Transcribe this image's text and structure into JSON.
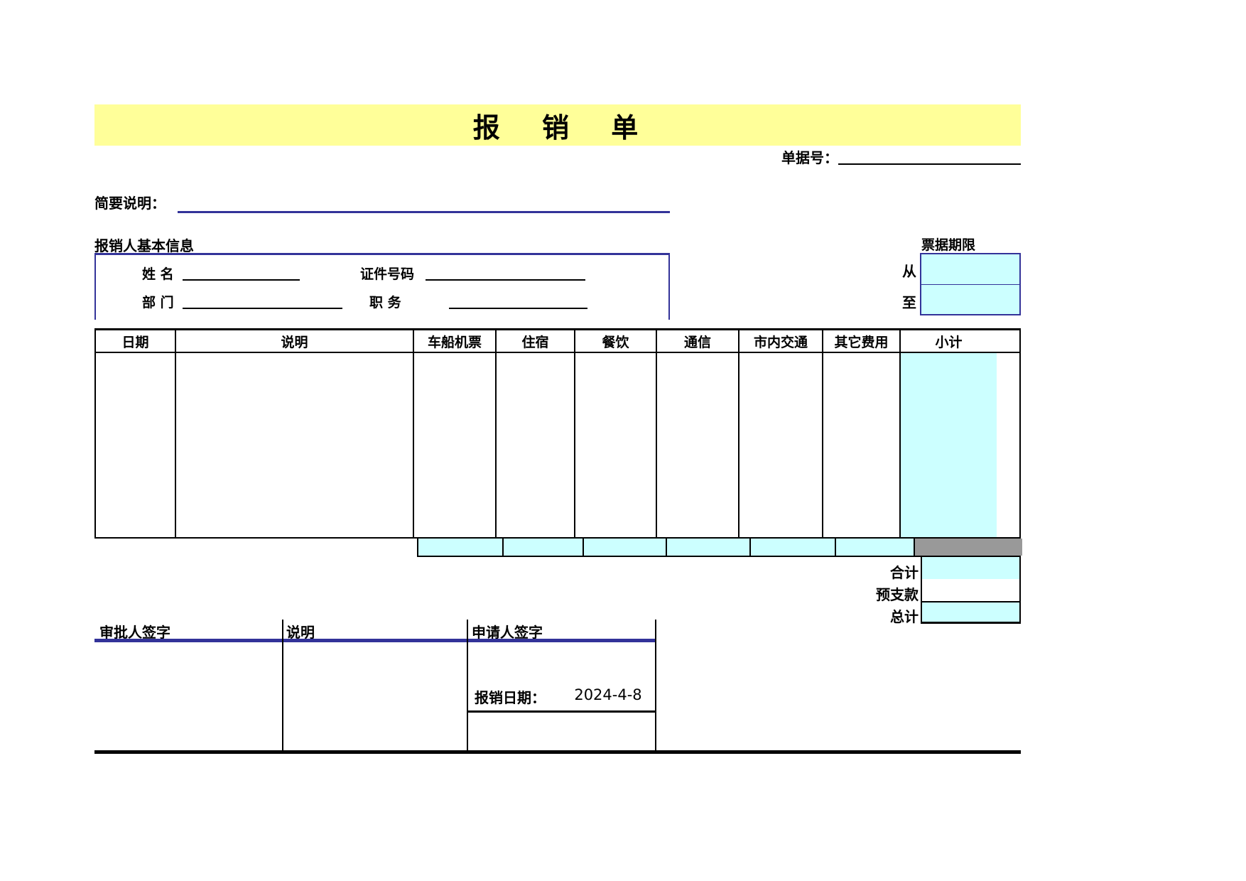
{
  "colors": {
    "banner_yellow": "#ffff99",
    "cell_cyan": "#ccffff",
    "cell_gray": "#999999",
    "accent_navy": "#333399"
  },
  "header": {
    "title": "报 销 单",
    "doc_no_label": "单据号：",
    "doc_no_value": ""
  },
  "summary": {
    "brief_label": "简要说明：",
    "brief_value": ""
  },
  "payee": {
    "section_title": "报销人基本信息",
    "name_label": "姓 名",
    "name_value": "",
    "id_label": "证件号码",
    "id_value": "",
    "dept_label": "部 门",
    "dept_value": "",
    "position_label": "职 务",
    "position_value": ""
  },
  "receipt_period": {
    "title": "票据期限",
    "from_label": "从",
    "from_value": "",
    "to_label": "至",
    "to_value": ""
  },
  "expense_table": {
    "columns": [
      "日期",
      "说明",
      "车船机票",
      "住宿",
      "餐饮",
      "通信",
      "市内交通",
      "其它费用",
      "小计"
    ],
    "body_values": [
      "",
      "",
      "",
      "",
      "",
      "",
      "",
      "",
      ""
    ],
    "column_totals": [
      "",
      "",
      "",
      "",
      "",
      ""
    ],
    "subtotal_total": "",
    "summary": {
      "total_label": "合计",
      "total_value": "",
      "advance_label": "预支款",
      "advance_value": "",
      "grand_total_label": "总计",
      "grand_total_value": ""
    }
  },
  "signatures": {
    "approver_label": "审批人签字",
    "note_label": "说明",
    "applicant_label": "申请人签字",
    "date_label": "报销日期：",
    "date_value": "2024-4-8"
  }
}
